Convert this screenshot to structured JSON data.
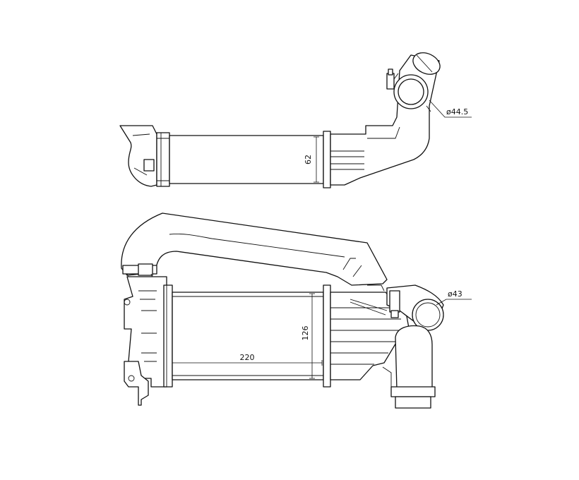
{
  "top_view": {
    "height_label": "62",
    "pipe_diameter_label": "ø44.5"
  },
  "front_view": {
    "width_label": "220",
    "height_label": "126",
    "pipe_diameter_label": "ø43"
  }
}
